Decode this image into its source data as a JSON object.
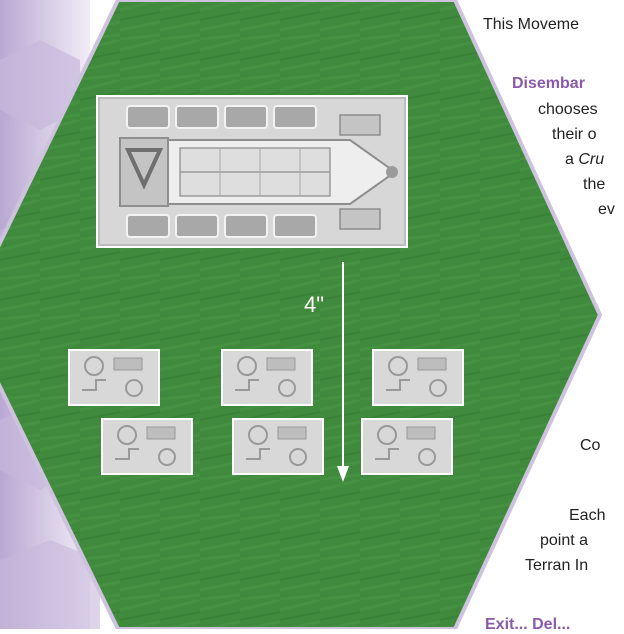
{
  "page": {
    "intro_fragment": "This Moveme",
    "disembark_label": "Disembar",
    "lines": [
      {
        "text": "chooses",
        "italic": false
      },
      {
        "text": "their o",
        "italic": false
      },
      {
        "text_prefix": "a ",
        "text_italic": "Cru"
      },
      {
        "text": "the",
        "italic": false
      },
      {
        "text": "ev",
        "italic": false
      }
    ],
    "co_fragment": "Co",
    "each_lines": [
      "Each",
      "point a",
      "Terran In"
    ],
    "bottom_label": "Exit... Del..."
  },
  "diagram": {
    "distance_label": "4\"",
    "colors": {
      "felt": "#3f8a3c",
      "felt_dark": "#2f6f2e",
      "model": "#cfcfcf",
      "model_shadow": "#8e8e8e",
      "base": "#e4e4e4",
      "arrow": "#ffffff",
      "purple": "#8a5aa8",
      "hex_bg": "#d9cfe6"
    }
  }
}
